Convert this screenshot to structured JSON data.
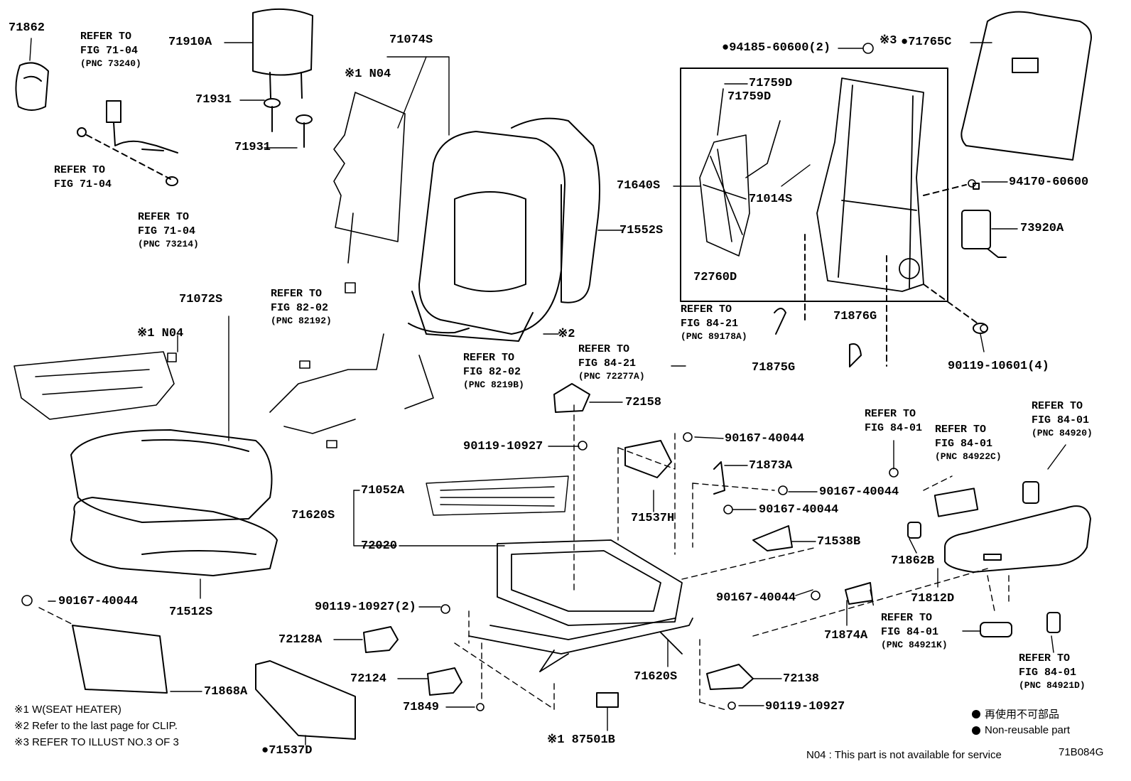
{
  "illustration_code": "71B084G",
  "availability_note": "N04 : This part is not available for service",
  "footnotes": [
    "※1 W(SEAT HEATER)",
    "※2 Refer to the last page for CLIP.",
    "※3 REFER TO ILLUST NO.3 OF 3"
  ],
  "legend": {
    "non_reusable_jp": "再使用不可部品",
    "non_reusable_en": "Non-reusable part"
  },
  "labels": {
    "p71862": "71862",
    "p71910A": "71910A",
    "p71931a": "71931",
    "p71931b": "71931",
    "p71074S": "71074S",
    "m1_n04_top": "※1 N04",
    "p94185": "●94185-60600(2)",
    "m3": "※3",
    "p71765C": "●71765C",
    "p71759Da": "71759D",
    "p71759Db": "71759D",
    "p71640S": "71640S",
    "p71014S": "71014S",
    "p71552S": "71552S",
    "p94170": "94170-60600",
    "p73920A": "73920A",
    "p72760D": "72760D",
    "p71072S": "71072S",
    "m1_n04_mid": "※1 N04",
    "m2": "※2",
    "p71876G": "71876G",
    "p71875G": "71875G",
    "p90119_10601": "90119-10601(4)",
    "p72158": "72158",
    "p90119_10927a": "90119-10927",
    "p90167_40044a": "90167-40044",
    "p71873A": "71873A",
    "p71052A": "71052A",
    "p71620Sa": "71620S",
    "p90167_40044b": "90167-40044",
    "p90167_40044c": "90167-40044",
    "p71537H": "71537H",
    "p72020": "72020",
    "p71538B": "71538B",
    "p71862B": "71862B",
    "p90167_40044d": "90167-40044",
    "p71812D": "71812D",
    "p90167_40044e": "90167-40044",
    "p71512S": "71512S",
    "p90119_10927b": "90119-10927(2)",
    "p72128A": "72128A",
    "p71874A": "71874A",
    "p72124": "72124",
    "p71620Sb": "71620S",
    "p72138": "72138",
    "p71868A": "71868A",
    "p71849": "71849",
    "p90119_10927c": "90119-10927",
    "p71537D": "●71537D",
    "p87501B": "※1 87501B"
  },
  "refs": {
    "r1": {
      "title": "REFER TO",
      "fig": "FIG 71-04",
      "pnc": "(PNC 73240)"
    },
    "r2": {
      "title": "REFER TO",
      "fig": "FIG 71-04",
      "pnc": ""
    },
    "r3": {
      "title": "REFER TO",
      "fig": "FIG 71-04",
      "pnc": "(PNC 73214)"
    },
    "r4": {
      "title": "REFER TO",
      "fig": "FIG 82-02",
      "pnc": "(PNC 82192)"
    },
    "r5": {
      "title": "REFER TO",
      "fig": "FIG 82-02",
      "pnc": "(PNC 8219B)"
    },
    "r6": {
      "title": "REFER TO",
      "fig": "FIG 84-21",
      "pnc": "(PNC 89178A)"
    },
    "r7": {
      "title": "REFER TO",
      "fig": "FIG 84-21",
      "pnc": "(PNC 72277A)"
    },
    "r8": {
      "title": "REFER TO",
      "fig": "FIG 84-01",
      "pnc": ""
    },
    "r9": {
      "title": "REFER TO",
      "fig": "FIG 84-01",
      "pnc": "(PNC 84922C)"
    },
    "r10": {
      "title": "REFER TO",
      "fig": "FIG 84-01",
      "pnc": "(PNC 84920)"
    },
    "r11": {
      "title": "REFER TO",
      "fig": "FIG 84-01",
      "pnc": "(PNC 84921K)"
    },
    "r12": {
      "title": "REFER TO",
      "fig": "FIG 84-01",
      "pnc": "(PNC 84921D)"
    }
  }
}
